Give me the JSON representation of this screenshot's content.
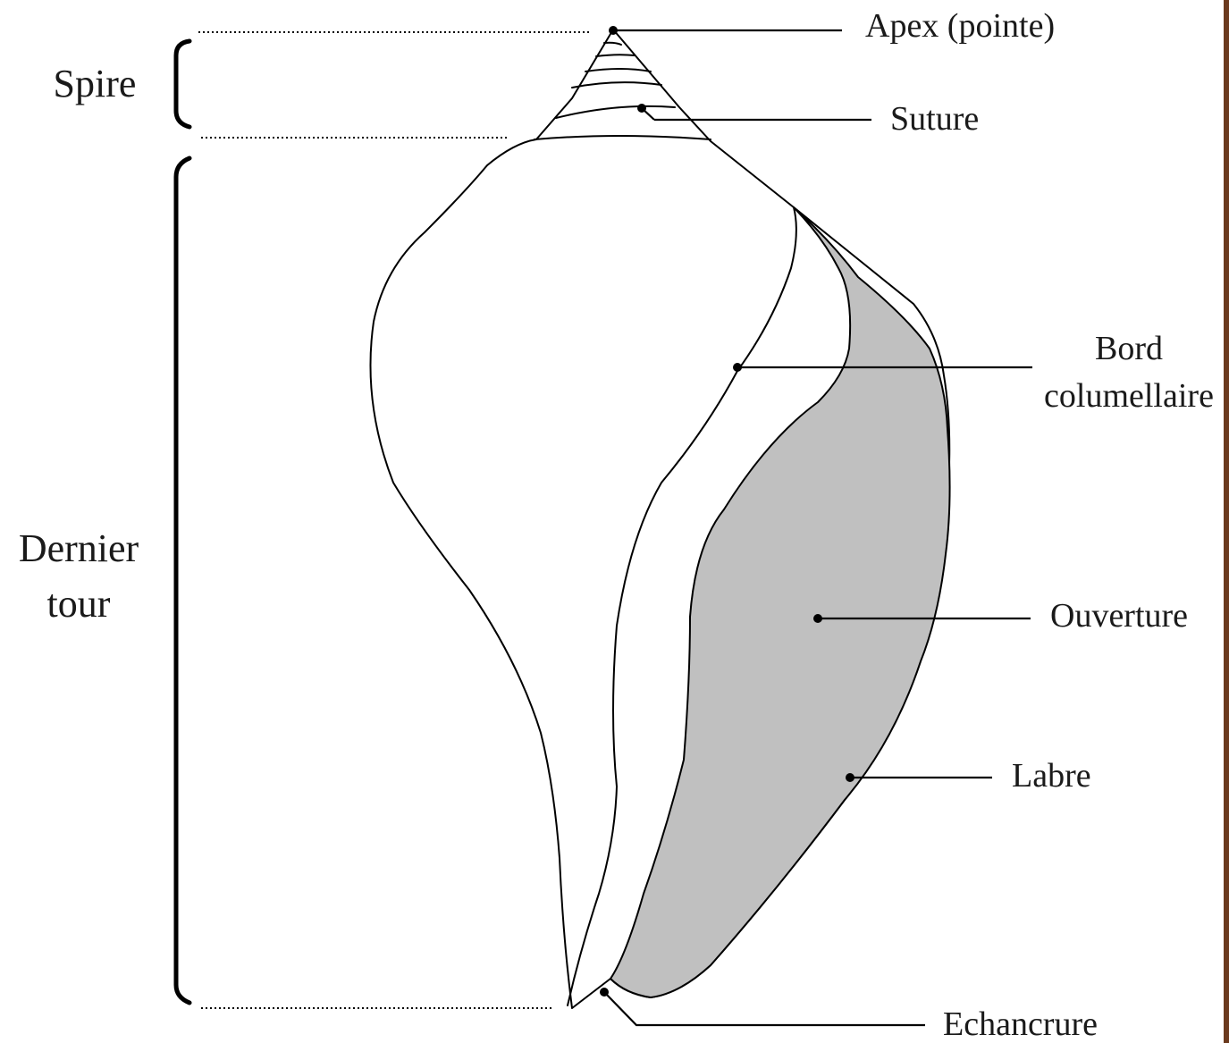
{
  "labels": {
    "apex": "Apex (pointe)",
    "suture": "Suture",
    "bord_line1": "Bord",
    "bord_line2": "columellaire",
    "ouverture": "Ouverture",
    "labre": "Labre",
    "echancrure": "Echancrure",
    "spire": "Spire",
    "dernier_line1": "Dernier",
    "dernier_line2": "tour"
  },
  "colors": {
    "aperture_fill": "#c0c0c0",
    "outline": "#000000",
    "background": "#ffffff",
    "right_border": "#6b3a1e"
  }
}
